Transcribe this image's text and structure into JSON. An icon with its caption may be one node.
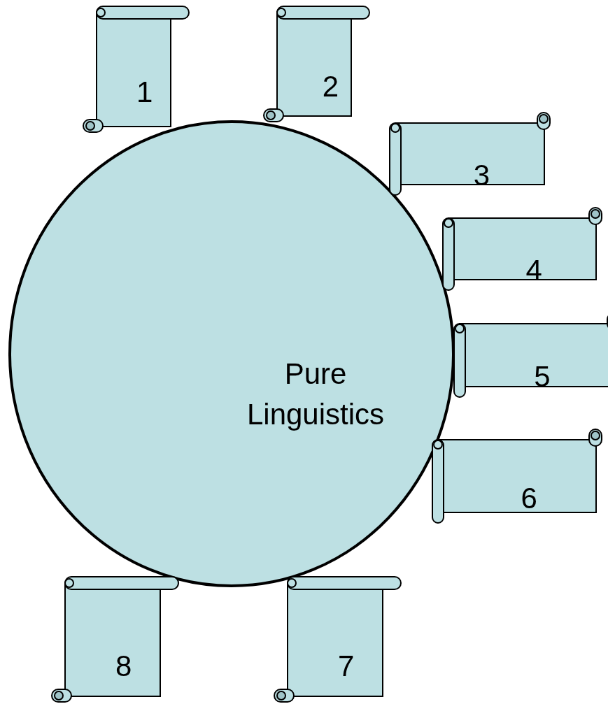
{
  "diagram": {
    "nodes": [
      {
        "text": [
          "Pure Linguistics"
        ]
      },
      {
        "text": [
          "1"
        ]
      },
      {
        "text": [
          "2"
        ]
      },
      {
        "text": [
          "3"
        ]
      },
      {
        "text": [
          "4"
        ]
      },
      {
        "text": [
          "5"
        ]
      },
      {
        "text": [
          "6"
        ]
      },
      {
        "text": [
          "7"
        ]
      },
      {
        "text": [
          "8"
        ]
      }
    ]
  }
}
